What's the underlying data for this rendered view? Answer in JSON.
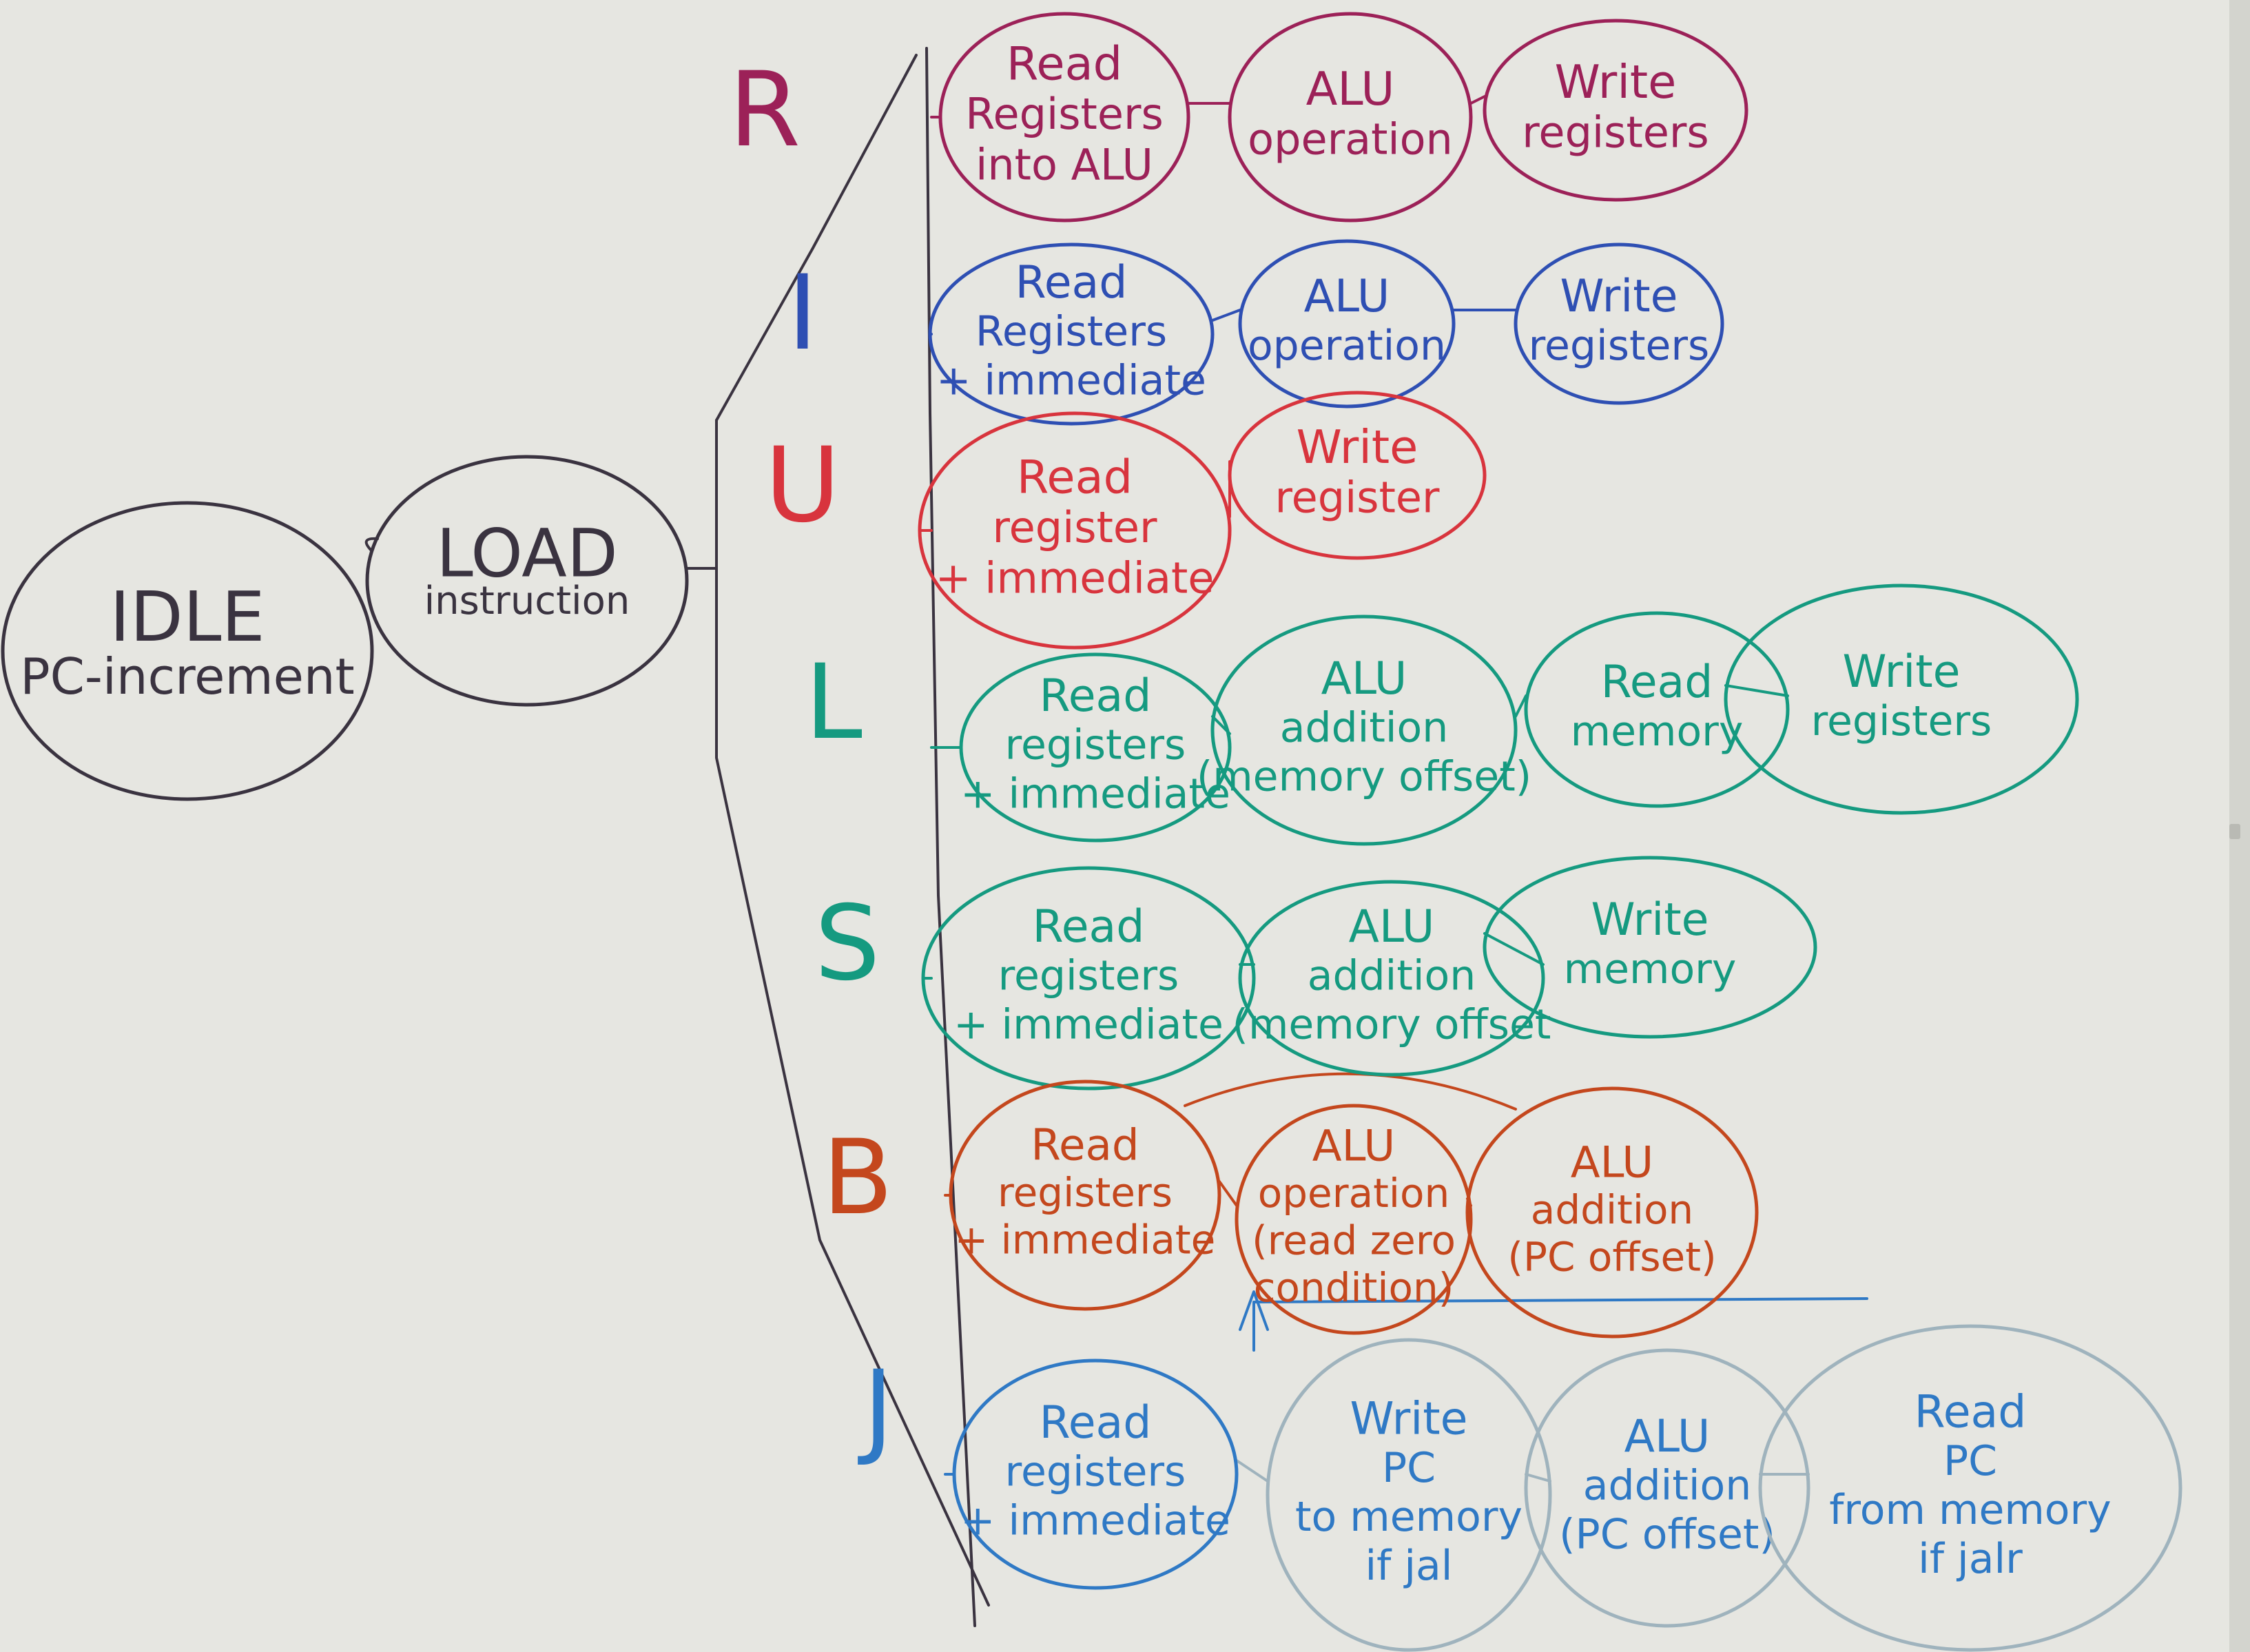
{
  "colors": {
    "board": "#e6e6e1",
    "board_edge": "#cfd0ca",
    "black": "#3a3340",
    "row_R": "#9c2158",
    "row_I": "#2e4fb3",
    "row_U": "#d8343d",
    "row_L": "#159a80",
    "row_S": "#159a80",
    "row_B": "#c4471d",
    "row_J": "#2f79c5",
    "row_J_faded": "#9fb3bd"
  },
  "start": {
    "idle": {
      "lines": [
        "IDLE",
        "PC-increment"
      ]
    },
    "load": {
      "lines": [
        "LOAD",
        "instruction"
      ]
    }
  },
  "rows": [
    {
      "id": "R",
      "label": "R",
      "stages": [
        {
          "lines": [
            "Read",
            "Registers",
            "into ALU"
          ]
        },
        {
          "lines": [
            "ALU",
            "operation"
          ]
        },
        {
          "lines": [
            "Write",
            "registers"
          ]
        }
      ]
    },
    {
      "id": "I",
      "label": "I",
      "stages": [
        {
          "lines": [
            "Read",
            "Registers",
            "+ immediate"
          ]
        },
        {
          "lines": [
            "ALU",
            "operation"
          ]
        },
        {
          "lines": [
            "Write",
            "registers"
          ]
        }
      ]
    },
    {
      "id": "U",
      "label": "U",
      "stages": [
        {
          "lines": [
            "Read",
            "register",
            "+ immediate"
          ]
        },
        {
          "lines": [
            "Write",
            "register"
          ]
        }
      ]
    },
    {
      "id": "L",
      "label": "L",
      "stages": [
        {
          "lines": [
            "Read",
            "registers",
            "+ immediate"
          ]
        },
        {
          "lines": [
            "ALU",
            "addition",
            "(memory offset)"
          ]
        },
        {
          "lines": [
            "Read",
            "memory"
          ]
        },
        {
          "lines": [
            "Write",
            "registers"
          ]
        }
      ]
    },
    {
      "id": "S",
      "label": "S",
      "stages": [
        {
          "lines": [
            "Read",
            "registers",
            "+ immediate"
          ]
        },
        {
          "lines": [
            "ALU",
            "addition",
            "(memory offset"
          ]
        },
        {
          "lines": [
            "Write",
            "memory"
          ]
        }
      ]
    },
    {
      "id": "B",
      "label": "B",
      "stages": [
        {
          "lines": [
            "Read",
            "registers",
            "+ immediate"
          ]
        },
        {
          "lines": [
            "ALU",
            "operation",
            "(read zero",
            "condition)"
          ]
        },
        {
          "lines": [
            "ALU",
            "addition",
            "(PC offset)"
          ]
        }
      ]
    },
    {
      "id": "J",
      "label": "J",
      "stages": [
        {
          "lines": [
            "Read",
            "registers",
            "+ immediate"
          ]
        },
        {
          "lines": [
            "Write",
            "PC",
            "to memory",
            "if jal"
          ]
        },
        {
          "lines": [
            "ALU",
            "addition",
            "(PC offset)"
          ]
        },
        {
          "lines": [
            "Read",
            "PC",
            "from memory",
            "if jalr"
          ]
        }
      ]
    }
  ]
}
